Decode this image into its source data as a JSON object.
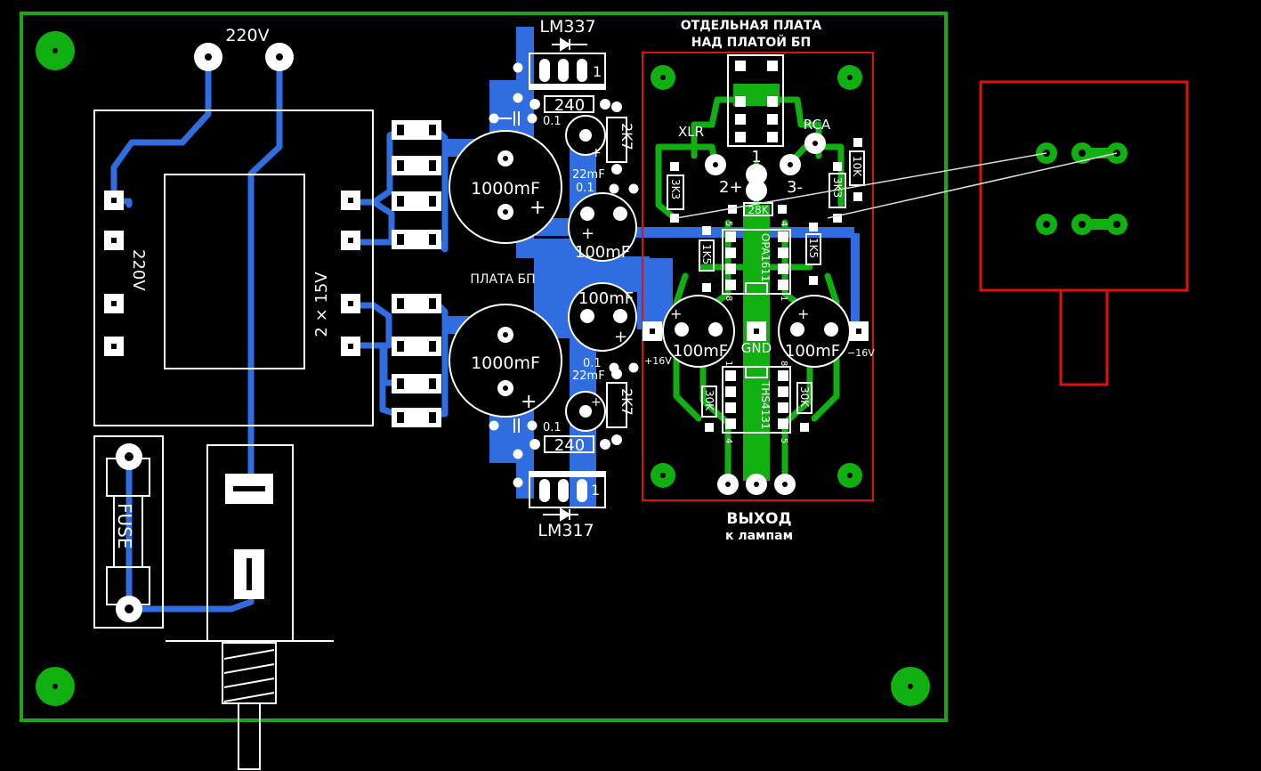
{
  "colors": {
    "background": "#000000",
    "board_outline": "#1aa51a",
    "copper_bottom": "#2f6de0",
    "copper_top": "#10b010",
    "silkscreen": "#ffffff",
    "outline_red": "#e01010",
    "wire": "#dddddd"
  },
  "labels": {
    "mains_220v_top": "220V",
    "transformer_primary": "220V",
    "transformer_secondary": "2 × 15V",
    "fuse": "FUSE",
    "power_board": "ПЛАТА БП",
    "reg_top": "LM337",
    "reg_bottom": "LM317",
    "r240_top": "240",
    "r240_bottom": "240",
    "r2k7_top": "2K7",
    "r2k7_bottom": "2K7",
    "c01_a": "0.1",
    "c01_b": "0.1",
    "c01_c": "0.1",
    "c01_d": "0.1",
    "c22_top": "22mF",
    "c22_bottom": "22mF",
    "c1000_top": "1000mF",
    "c1000_bottom": "1000mF",
    "c100_right_top": "100mF",
    "c100_right_bottom": "100mF",
    "plus": "+",
    "reg_pin1": "1",
    "separate_board_line1": "ОТДЕЛЬНАЯ ПЛАТА",
    "separate_board_line2": "НАД ПЛАТОЙ БП",
    "xlr": "XLR",
    "rca": "RCA",
    "pin1": "1",
    "pin2": "2+",
    "pin3": "3-",
    "r3k3_left": "3K3",
    "r3k3_right": "3K3",
    "r10k": "10K",
    "r28k": "28K",
    "r1k5_left": "1K5",
    "r1k5_right": "1K5",
    "opa": "OPA1611",
    "ths": "THS4131",
    "c100_left": "100mF",
    "c100_right": "100mF",
    "gnd": "GND",
    "plus16": "+16V",
    "minus16": "−16V",
    "r30k_left": "30K",
    "r30k_right": "30K",
    "pin5": "5",
    "pin4": "4",
    "pin8": "8",
    "pin1_small": "1",
    "pin4b": "4",
    "pin5b": "5",
    "output_line1": "ВЫХОД",
    "output_line2": "к лампам"
  }
}
